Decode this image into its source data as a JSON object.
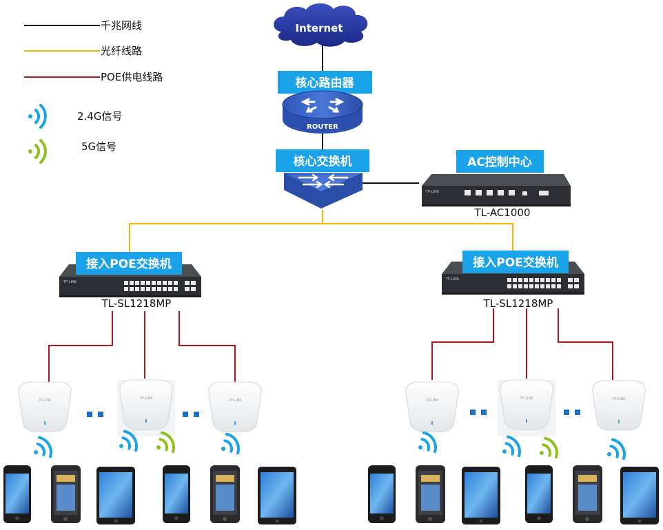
{
  "legend": {
    "gigabit": "千兆网线",
    "fiber": "光纤线路",
    "poe": "POE供电线路",
    "wifi24": "2.4G信号",
    "wifi5": "5G信号"
  },
  "internet": {
    "label": "Internet"
  },
  "router": {
    "title": "核心路由器",
    "device_text": "ROUTER"
  },
  "core_switch": {
    "title": "核心交换机"
  },
  "ac": {
    "title": "AC控制中心",
    "model": "TL-AC1000",
    "brand": "TP-LINK"
  },
  "poe_switches": [
    {
      "title": "接入POE交换机",
      "model": "TL-SL1218MP",
      "brand": "TP-LINK"
    },
    {
      "title": "接入POE交换机",
      "model": "TL-SL1218MP",
      "brand": "TP-LINK"
    }
  ],
  "ap_brand": "TP-LINK",
  "colors": {
    "gigabit": "#111111",
    "fiber": "#f5b800",
    "poe": "#b0161c",
    "label_box": "#1aa3e8",
    "wifi24": "#1aa3e8",
    "wifi5": "#8dc21f",
    "cloud": "#25379b"
  }
}
